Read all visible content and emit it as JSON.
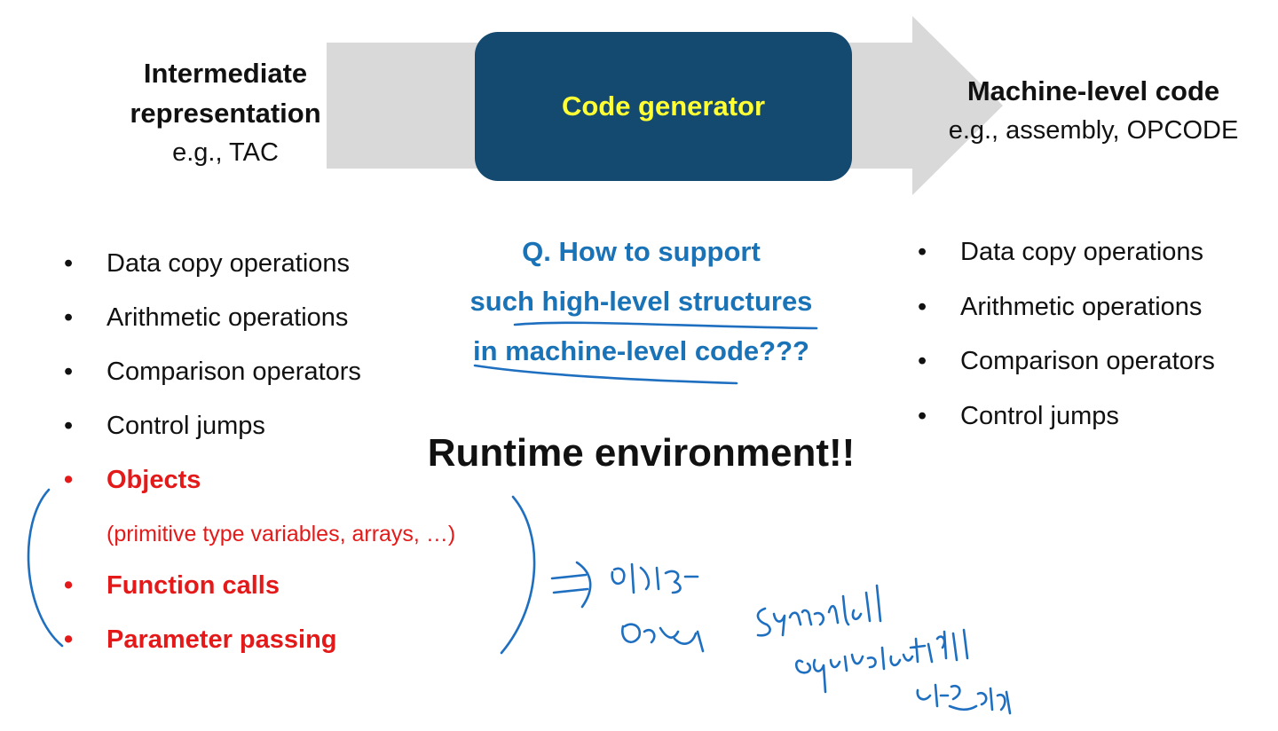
{
  "header": {
    "left_title": "Intermediate representation",
    "left_example": "e.g., TAC",
    "center_box": "Code generator",
    "right_title": "Machine-level code",
    "right_example": "e.g., assembly, OPCODE"
  },
  "left_list": {
    "items": [
      "Data copy operations",
      "Arithmetic operations",
      "Comparison operators",
      "Control jumps",
      "Objects",
      "(primitive type variables, arrays, …)",
      "Function calls",
      "Parameter passing"
    ]
  },
  "right_list": {
    "items": [
      "Data copy operations",
      "Arithmetic operations",
      "Comparison operators",
      "Control jumps"
    ]
  },
  "question": {
    "line1": "Q. How to support",
    "line2": "such high-level structures",
    "line3": "in machine-level code???"
  },
  "runtime": "Runtime environment!!",
  "colors": {
    "arrow": "#d9d9d9",
    "box": "#154a70",
    "box_text": "#ffff33",
    "question": "#1a73b6",
    "highlight_red": "#e41a1a",
    "ink": "#1f6fc0"
  }
}
